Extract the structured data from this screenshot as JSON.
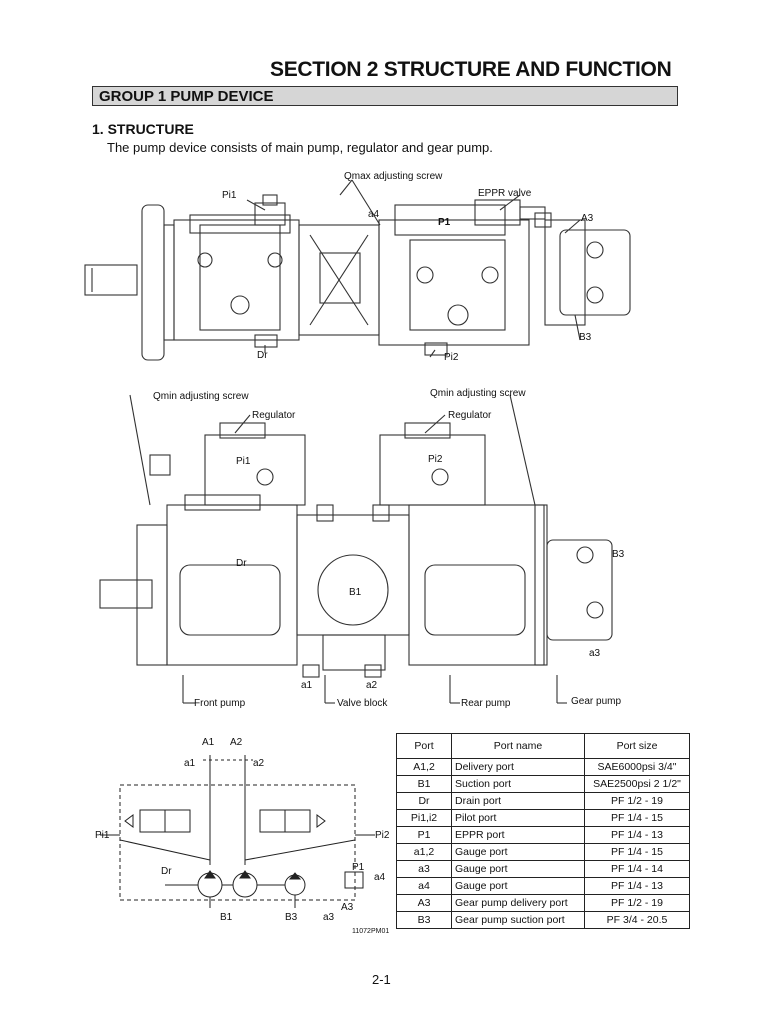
{
  "section_title": "SECTION  2  STRUCTURE AND FUNCTION",
  "group_title": "GROUP  1  PUMP DEVICE",
  "structure": {
    "heading": "1. STRUCTURE",
    "description": "The pump device consists of main pump, regulator and gear pump."
  },
  "top_view_labels": {
    "qmax": "Qmax adjusting screw",
    "pi1": "Pi1",
    "eppr": "EPPR valve",
    "a4": "a4",
    "p1": "P1",
    "a3": "A3",
    "b3": "B3",
    "dr": "Dr",
    "pi2": "Pi2"
  },
  "front_view_labels": {
    "qmin_left": "Qmin adjusting screw",
    "qmin_right": "Qmin adjusting screw",
    "regulator_left": "Regulator",
    "regulator_right": "Regulator",
    "pi1": "Pi1",
    "pi2": "Pi2",
    "b3": "B3",
    "dr": "Dr",
    "b1": "B1",
    "a3": "a3",
    "a1": "a1",
    "a2": "a2",
    "front_pump": "Front pump",
    "valve_block": "Valve block",
    "rear_pump": "Rear pump",
    "gear_pump": "Gear pump"
  },
  "schematic_labels": {
    "A1": "A1",
    "A2": "A2",
    "a1": "a1",
    "a2": "a2",
    "Pi1": "Pi1",
    "Pi2": "Pi2",
    "Dr": "Dr",
    "P1": "P1",
    "a4": "a4",
    "A3": "A3",
    "B1": "B1",
    "B3": "B3",
    "a3": "a3"
  },
  "figure_id": "11072PM01",
  "port_table": {
    "headers": [
      "Port",
      "Port name",
      "Port size"
    ],
    "rows": [
      [
        "A1,2",
        "Delivery port",
        "SAE6000psi 3/4\""
      ],
      [
        "B1",
        "Suction port",
        "SAE2500psi 2 1/2\""
      ],
      [
        "Dr",
        "Drain port",
        "PF 1/2 - 19"
      ],
      [
        "Pi1,i2",
        "Pilot port",
        "PF 1/4 - 15"
      ],
      [
        "P1",
        "EPPR port",
        "PF 1/4 - 13"
      ],
      [
        "a1,2",
        "Gauge port",
        "PF 1/4 - 15"
      ],
      [
        "a3",
        "Gauge port",
        "PF 1/4 - 14"
      ],
      [
        "a4",
        "Gauge port",
        "PF 1/4 - 13"
      ],
      [
        "A3",
        "Gear pump delivery port",
        "PF 1/2 - 19"
      ],
      [
        "B3",
        "Gear pump suction port",
        "PF 3/4 - 20.5"
      ]
    ]
  },
  "page_number": "2-1"
}
